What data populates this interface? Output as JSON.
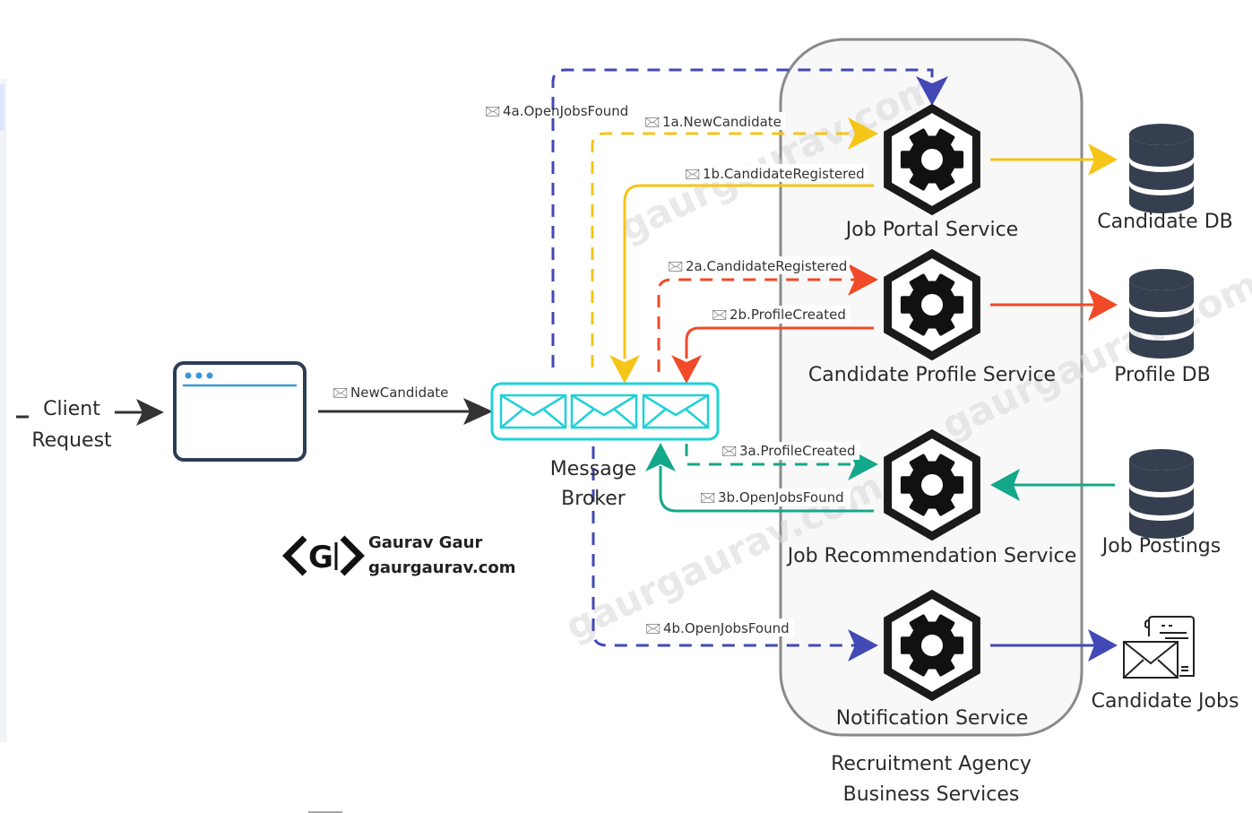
{
  "diagram": {
    "title": "Recruitment Agency Business Services",
    "boundary_label_line1": "Recruitment Agency",
    "boundary_label_line2": "Business Services",
    "client": {
      "label_line1": "Client",
      "label_line2": "Request"
    },
    "web_app": {
      "icon": "browser-window-icon"
    },
    "entry_message": "NewCandidate",
    "broker": {
      "label_line1": "Message",
      "label_line2": "Broker",
      "icon": "message-queue-icon"
    },
    "services": [
      {
        "name": "Job Portal Service",
        "icon": "gear-icon"
      },
      {
        "name": "Candidate Profile Service",
        "icon": "gear-icon"
      },
      {
        "name": "Job Recommendation Service",
        "icon": "gear-icon"
      },
      {
        "name": "Notification Service",
        "icon": "gear-icon"
      }
    ],
    "stores": [
      {
        "name": "Candidate DB",
        "icon": "database-icon"
      },
      {
        "name": "Profile DB",
        "icon": "database-icon"
      },
      {
        "name": "Job Postings",
        "icon": "database-icon"
      },
      {
        "name": "Candidate Jobs",
        "icon": "mail-document-icon"
      }
    ],
    "messages": {
      "m1a": "1a.NewCandidate",
      "m1b": "1b.CandidateRegistered",
      "m2a": "2a.CandidateRegistered",
      "m2b": "2b.ProfileCreated",
      "m3a": "3a.ProfileCreated",
      "m3b": "3b.OpenJobsFound",
      "m4a": "4a.OpenJobsFound",
      "m4b": "4b.OpenJobsFound"
    },
    "envelope_glyph": "🖂",
    "author": {
      "name": "Gaurav Gaur",
      "site": "gaurgaurav.com",
      "logo_text": "G"
    },
    "watermark": "gaurgaurav.com",
    "colors": {
      "yellow": "#f5c518",
      "red": "#f04a28",
      "green": "#14a88a",
      "blue": "#4249b5",
      "dark": "#333333",
      "cyan": "#1fd1d8",
      "db": "#353f4f",
      "boundary": "#8a8a8a",
      "boundary_fill": "#f8f8f8"
    }
  }
}
